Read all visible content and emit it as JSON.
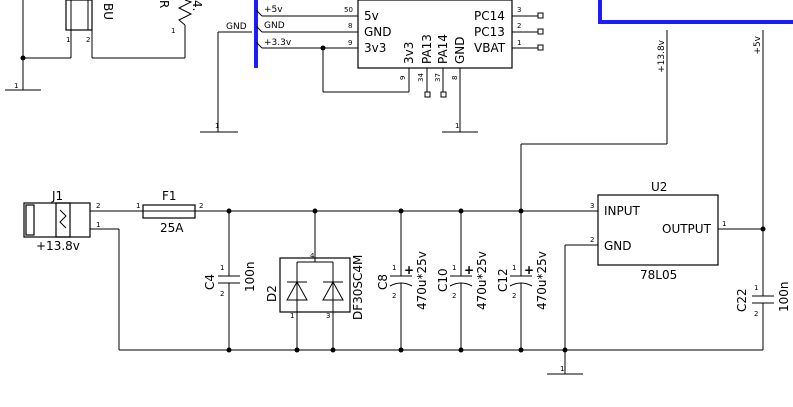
{
  "top": {
    "res_ref": "R",
    "res_val": "4.",
    "btn_ref": "BU",
    "pin1": "1",
    "pin2": "2",
    "gnd_pin": "1",
    "gnd_net": "GND"
  },
  "mcu": {
    "net_5v": "+5v",
    "net_gnd": "GND",
    "net_3v3": "+3.3v",
    "pin_5v_num": "50",
    "pin_gnd_num": "8",
    "pin_3v3_num": "9",
    "pin_5v": "5v",
    "pin_gnd": "GND",
    "pin_3v3": "3v3",
    "pin_pc14": "PC14",
    "pin_pc13": "PC13",
    "pin_vbat": "VBAT",
    "pin_pc14_num": "3",
    "pin_pc13_num": "2",
    "pin_vbat_num": "1",
    "bot_3v3": "3v3",
    "bot_pa13": "PA13",
    "bot_pa14": "PA14",
    "bot_gnd": "GND",
    "bot_3v3_num": "9",
    "bot_pa13_num": "34",
    "bot_pa14_num": "37",
    "bot_gnd_num": "8",
    "gnd_pin": "1"
  },
  "rails": {
    "v138": "+13.8v",
    "v5": "+5v"
  },
  "j1": {
    "ref": "J1",
    "value": "+13.8v",
    "pin2": "2",
    "pin1": "1"
  },
  "f1": {
    "ref": "F1",
    "value": "25A",
    "pin1": "1",
    "pin2": "2"
  },
  "c4": {
    "ref": "C4",
    "value": "100n",
    "pin1": "1",
    "pin2": "2"
  },
  "d2": {
    "ref": "D2",
    "value": "DF30SC4M",
    "pin4": "4",
    "pin1": "1",
    "pin3": "3"
  },
  "c8": {
    "ref": "C8",
    "value": "470u*25v",
    "pin1": "1",
    "pin2": "2"
  },
  "c10": {
    "ref": "C10",
    "value": "470u*25v",
    "pin1": "1",
    "pin2": "2"
  },
  "c12": {
    "ref": "C12",
    "value": "470u*25v",
    "pin1": "1",
    "pin2": "2"
  },
  "u2": {
    "ref": "U2",
    "value": "78L05",
    "input": "INPUT",
    "gnd": "GND",
    "output": "OUTPUT",
    "pin3": "3",
    "pin2": "2",
    "pin1": "1"
  },
  "c22": {
    "ref": "C22",
    "value": "100n",
    "pin1": "1",
    "pin2": "2"
  },
  "gnd_bottom": {
    "pin": "1"
  },
  "gnd_left": {
    "pin": "1"
  }
}
